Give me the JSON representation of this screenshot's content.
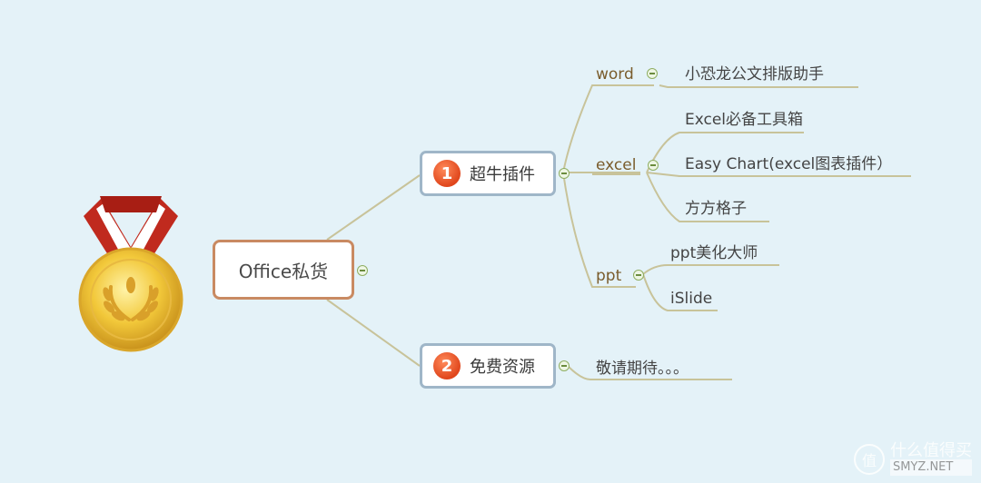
{
  "root": {
    "label": "Office私货"
  },
  "branches": [
    {
      "number": "1",
      "label": "超牛插件"
    },
    {
      "number": "2",
      "label": "免费资源"
    }
  ],
  "categories": {
    "word": "word",
    "excel": "excel",
    "ppt": "ppt"
  },
  "leaves": {
    "word": [
      "小恐龙公文排版助手"
    ],
    "excel": [
      "Excel必备工具箱",
      "Easy Chart(excel图表插件）",
      "方方格子"
    ],
    "ppt": [
      "ppt美化大师",
      "iSlide"
    ],
    "free": [
      "敬请期待。。。"
    ]
  },
  "watermark": {
    "icon_text": "值",
    "text": "什么值得买",
    "url": "SMYZ.NET"
  },
  "colors": {
    "background": "#e4f2f8",
    "connector": "#c8c39a",
    "root_border": "#c98a62",
    "node_border": "#9fb6c8",
    "badge": "#e0461c"
  }
}
